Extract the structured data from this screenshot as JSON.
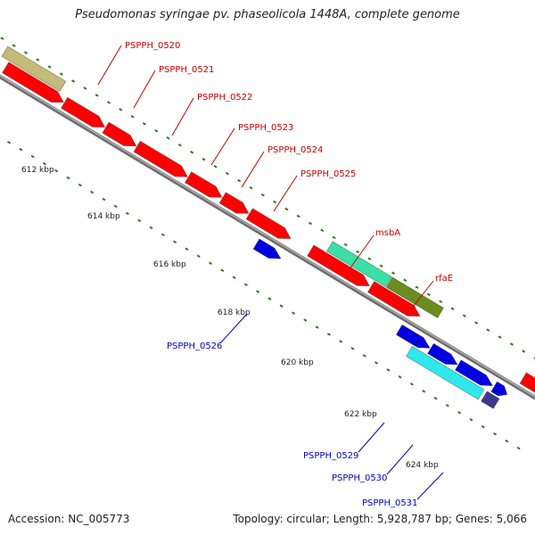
{
  "title": "Pseudomonas syringae pv. phaseolicola 1448A, complete genome",
  "footer": {
    "accession": "Accession: NC_005773",
    "summary": "Topology: circular; Length: 5,928,787 bp; Genes: 5,066"
  },
  "colors": {
    "backbone": "#888888",
    "tick": "#2a7a1e",
    "red": "#ff0000",
    "blue": "#0000e0",
    "khaki": "#c2bb79",
    "olive": "#6b8c1f",
    "teal": "#3be0a6",
    "cyan": "#2ee8ec",
    "slate": "#3a3a8c",
    "label_red": "#cc0000",
    "label_blue": "#0000cc"
  },
  "scale_labels": [
    "612 kbp",
    "614 kbp",
    "616 kbp",
    "618 kbp",
    "620 kbp",
    "622 kbp",
    "624 kbp"
  ],
  "gene_labels": [
    {
      "text": "PSPPH_0520",
      "color": "label_red"
    },
    {
      "text": "PSPPH_0521",
      "color": "label_red"
    },
    {
      "text": "PSPPH_0522",
      "color": "label_red"
    },
    {
      "text": "PSPPH_0523",
      "color": "label_red"
    },
    {
      "text": "PSPPH_0524",
      "color": "label_red"
    },
    {
      "text": "PSPPH_0525",
      "color": "label_red"
    },
    {
      "text": "msbA",
      "color": "label_red"
    },
    {
      "text": "rfaE",
      "color": "label_red"
    },
    {
      "text": "PSPPH_0526",
      "color": "label_blue"
    },
    {
      "text": "PSPPH_0529",
      "color": "label_blue"
    },
    {
      "text": "PSPPH_0530",
      "color": "label_blue"
    },
    {
      "text": "PSPPH_0531",
      "color": "label_blue"
    }
  ]
}
